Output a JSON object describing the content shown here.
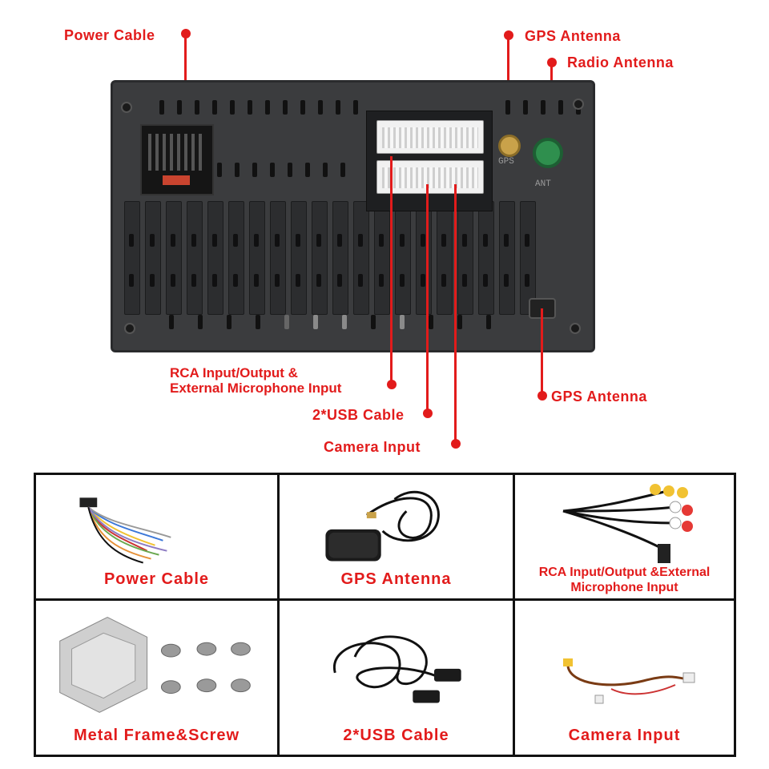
{
  "diagram": {
    "callouts": {
      "power_cable": "Power Cable",
      "gps_antenna_top": "GPS Antenna",
      "radio_antenna": "Radio Antenna",
      "rca_line1": "RCA Input/Output &",
      "rca_line2": "External Microphone Input",
      "usb_cable": "2*USB Cable",
      "camera_input": "Camera Input",
      "gps_antenna_bottom": "GPS Antenna"
    },
    "device_engravings": {
      "gps": "GPS",
      "ant": "ANT"
    },
    "accent_color": "#e21b1b"
  },
  "accessories": [
    {
      "label": "Power Cable",
      "icon": "power-cable-harness"
    },
    {
      "label": "GPS Antenna",
      "icon": "gps-antenna-puck"
    },
    {
      "label": "RCA Input/Output &External",
      "label2": "Microphone Input",
      "icon": "rca-cable"
    },
    {
      "label": "Metal Frame&Screw",
      "icon": "metal-frame-screws"
    },
    {
      "label": "2*USB Cable",
      "icon": "usb-cables"
    },
    {
      "label": "Camera Input",
      "icon": "camera-input-cable"
    }
  ]
}
